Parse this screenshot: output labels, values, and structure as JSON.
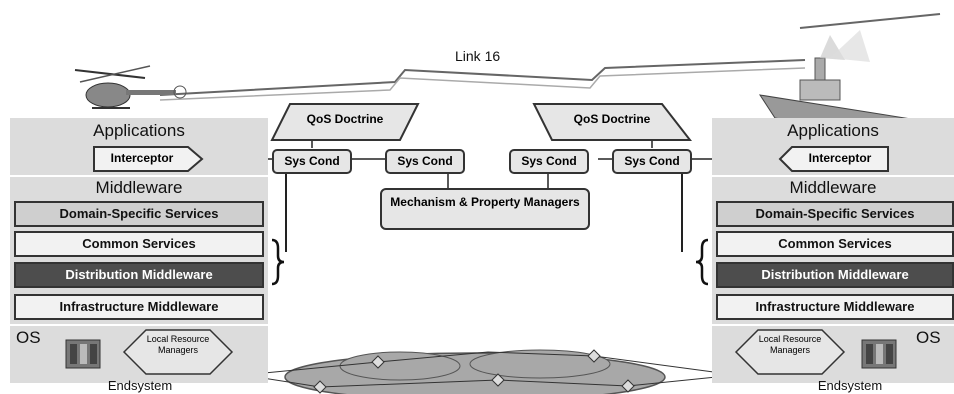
{
  "link_label": "Link 16",
  "qos_left": "QoS Doctrine",
  "qos_right": "QoS Doctrine",
  "sys_cond": [
    "Sys Cond",
    "Sys Cond",
    "Sys Cond",
    "Sys Cond"
  ],
  "mechanism": "Mechanism & Property Managers",
  "left_stack": {
    "applications": "Applications",
    "interceptor": "Interceptor",
    "middleware": "Middleware",
    "domain_specific": "Domain-Specific Services",
    "common": "Common Services",
    "distribution": "Distribution Middleware",
    "infrastructure": "Infrastructure Middleware",
    "os": "OS",
    "lrm": "Local Resource Managers",
    "endsystem": "Endsystem"
  },
  "right_stack": {
    "applications": "Applications",
    "interceptor": "Interceptor",
    "middleware": "Middleware",
    "domain_specific": "Domain-Specific Services",
    "common": "Common Services",
    "distribution": "Distribution Middleware",
    "infrastructure": "Infrastructure Middleware",
    "os": "OS",
    "lrm": "Local Resource Managers",
    "endsystem": "Endsystem"
  },
  "icons": [
    "helicopter-icon",
    "ship-icon",
    "network-cloud-icon",
    "server-icon"
  ],
  "colors": {
    "panel": "#dcdcdc",
    "dark_box": "#4d4d4d",
    "light_box": "#f2f2f2",
    "cloud": "#a8a8a8"
  }
}
